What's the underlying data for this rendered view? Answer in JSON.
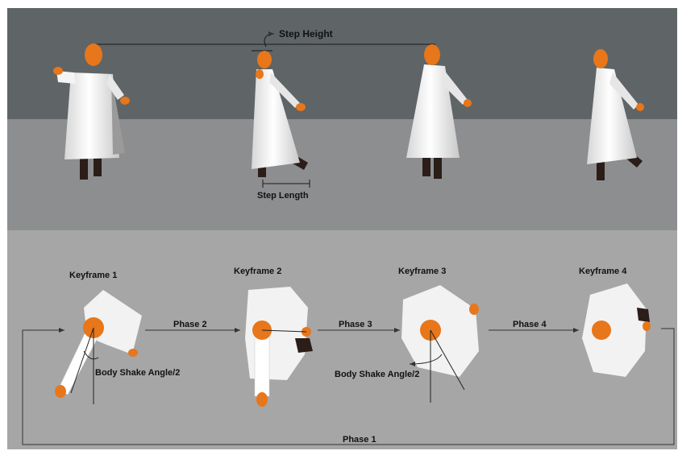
{
  "top_panel": {
    "step_height_label": "Step Height",
    "step_length_label": "Step Length",
    "colors": {
      "wall": "#5f6466",
      "floor": "#8d8e90"
    }
  },
  "bottom_panel": {
    "keyframes": [
      "Keyframe 1",
      "Keyframe 2",
      "Keyframe 3",
      "Keyframe 4"
    ],
    "phases": [
      "Phase 2",
      "Phase 3",
      "Phase 4"
    ],
    "loop_phase": "Phase 1",
    "angle_label": "Body Shake Angle/2",
    "colors": {
      "background": "#a6a6a6"
    }
  },
  "colors": {
    "head": "#e8761a",
    "cloth": "#f2f2f2",
    "legs": "#2b1d18"
  }
}
